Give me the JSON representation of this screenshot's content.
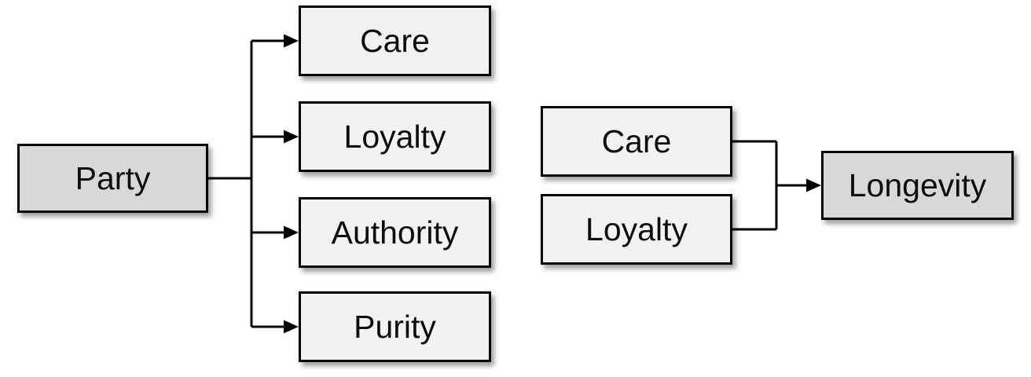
{
  "colors": {
    "background": "#ffffff",
    "root_fill": "#d8d8d8",
    "leaf_fill": "#f2f2f2",
    "border": "#000000",
    "connector": "#000000",
    "text": "#0d0d0d"
  },
  "left_diagram": {
    "root": {
      "label": "Party"
    },
    "children": [
      {
        "label": "Care"
      },
      {
        "label": "Loyalty"
      },
      {
        "label": "Authority"
      },
      {
        "label": "Purity"
      }
    ]
  },
  "right_diagram": {
    "sources": [
      {
        "label": "Care"
      },
      {
        "label": "Loyalty"
      }
    ],
    "target": {
      "label": "Longevity"
    }
  }
}
